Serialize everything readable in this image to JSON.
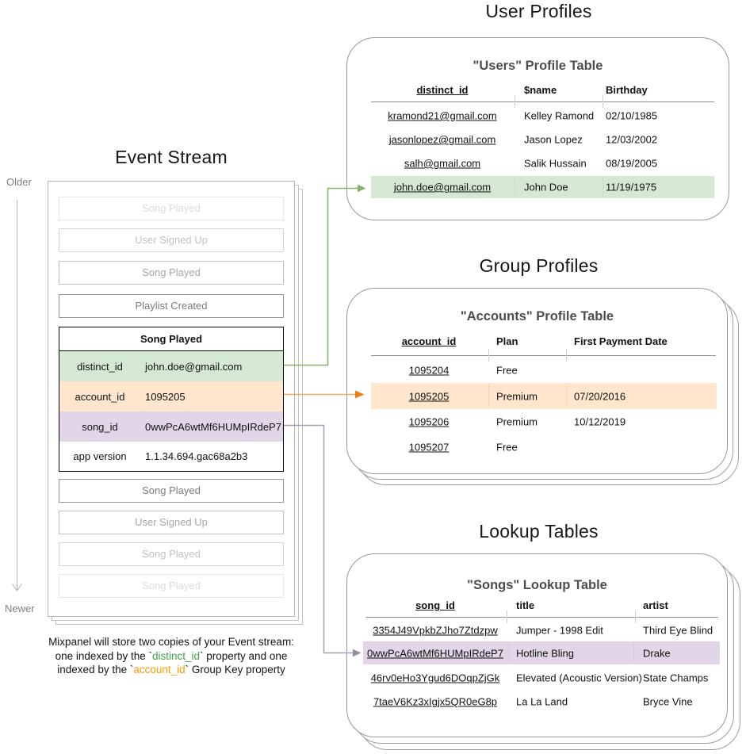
{
  "colors": {
    "green_fill": "#d5e8d4",
    "orange_fill": "#ffe6cc",
    "purple_fill": "#e1d5e7",
    "green_stroke": "#82b366",
    "orange_stroke": "#e5ad67",
    "orange_arrow": "#ee7d16",
    "purple_stroke": "#a99cba",
    "purple_arrow": "#958aa3",
    "timeline_gray": "#b3b3b3",
    "caption_green": "#3fa24d",
    "caption_orange": "#ff9900"
  },
  "event_stream": {
    "title": "Event Stream",
    "timeline": {
      "older": "Older",
      "newer": "Newer"
    },
    "events_before": [
      {
        "label": "Song Played"
      },
      {
        "label": "User Signed Up"
      },
      {
        "label": "Song Played"
      },
      {
        "label": "Playlist Created"
      }
    ],
    "expanded_event": {
      "title": "Song Played",
      "properties": [
        {
          "name": "distinct_id",
          "value": "john.doe@gmail.com"
        },
        {
          "name": "account_id",
          "value": "1095205"
        },
        {
          "name": "song_id",
          "value": "0wwPcA6wtMf6HUMpIRdeP7"
        },
        {
          "name": "app version",
          "value": "1.1.34.694.gac68a2b3"
        }
      ]
    },
    "events_after": [
      {
        "label": "Song Played"
      },
      {
        "label": "User Signed Up"
      },
      {
        "label": "Song Played"
      },
      {
        "label": "Song Played"
      }
    ]
  },
  "caption": {
    "line1": "Mixpanel will store two copies of your Event stream:",
    "line2_pre": "one indexed by the `",
    "line2_key": "distinct_id",
    "line2_post": "` property and one",
    "line3_pre": "indexed by the `",
    "line3_key": "account_id",
    "line3_post": "` Group Key property"
  },
  "user_profiles": {
    "section_title": "User Profiles",
    "table_title": "\"Users\" Profile Table",
    "columns": {
      "key": "distinct_id",
      "name": "$name",
      "birthday": "Birthday"
    },
    "rows": [
      {
        "distinct_id": "kramond21@gmail.com",
        "name": "Kelley Ramond",
        "birthday": "02/10/1985"
      },
      {
        "distinct_id": "jasonlopez@gmail.com",
        "name": "Jason Lopez",
        "birthday": "12/03/2002"
      },
      {
        "distinct_id": "salh@gmail.com",
        "name": "Salik Hussain",
        "birthday": "08/19/2005"
      },
      {
        "distinct_id": "john.doe@gmail.com",
        "name": "John Doe",
        "birthday": "11/19/1975",
        "highlighted": true
      }
    ]
  },
  "group_profiles": {
    "section_title": "Group Profiles",
    "table_title": "\"Accounts\" Profile Table",
    "columns": {
      "key": "account_id",
      "plan": "Plan",
      "first_payment_date": "First Payment Date"
    },
    "rows": [
      {
        "account_id": "1095204",
        "plan": "Free",
        "first_payment_date": ""
      },
      {
        "account_id": "1095205",
        "plan": "Premium",
        "first_payment_date": "07/20/2016",
        "highlighted": true
      },
      {
        "account_id": "1095206",
        "plan": "Premium",
        "first_payment_date": "10/12/2019"
      },
      {
        "account_id": "1095207",
        "plan": "Free",
        "first_payment_date": ""
      }
    ]
  },
  "lookup_tables": {
    "section_title": "Lookup Tables",
    "table_title": "\"Songs\" Lookup Table",
    "columns": {
      "key": "song_id",
      "title": "title",
      "artist": "artist"
    },
    "rows": [
      {
        "song_id": "3354J49VpkbZJho7Ztdzpw",
        "title": "Jumper - 1998 Edit",
        "artist": "Third Eye Blind"
      },
      {
        "song_id": "0wwPcA6wtMf6HUMpIRdeP7",
        "title": "Hotline Bling",
        "artist": "Drake",
        "highlighted": true
      },
      {
        "song_id": "46rv0eHo3Ygud6DOqpZjGk",
        "title": "Elevated (Acoustic Version)",
        "artist": "State Champs"
      },
      {
        "song_id": "7taeV6Kz3xIgjx5QR0eG8p",
        "title": "La La Land",
        "artist": "Bryce Vine"
      }
    ]
  }
}
